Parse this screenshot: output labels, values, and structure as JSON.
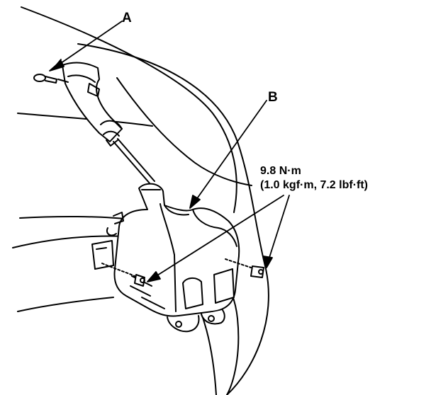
{
  "callouts": {
    "a": "A",
    "b": "B"
  },
  "torque_spec": {
    "line1": "9.8 N·m",
    "line2": "(1.0 kgf·m, 7.2 lbf·ft)"
  },
  "colors": {
    "ink": "#000000",
    "paper": "#ffffff",
    "shade": "#7a7a7a"
  }
}
